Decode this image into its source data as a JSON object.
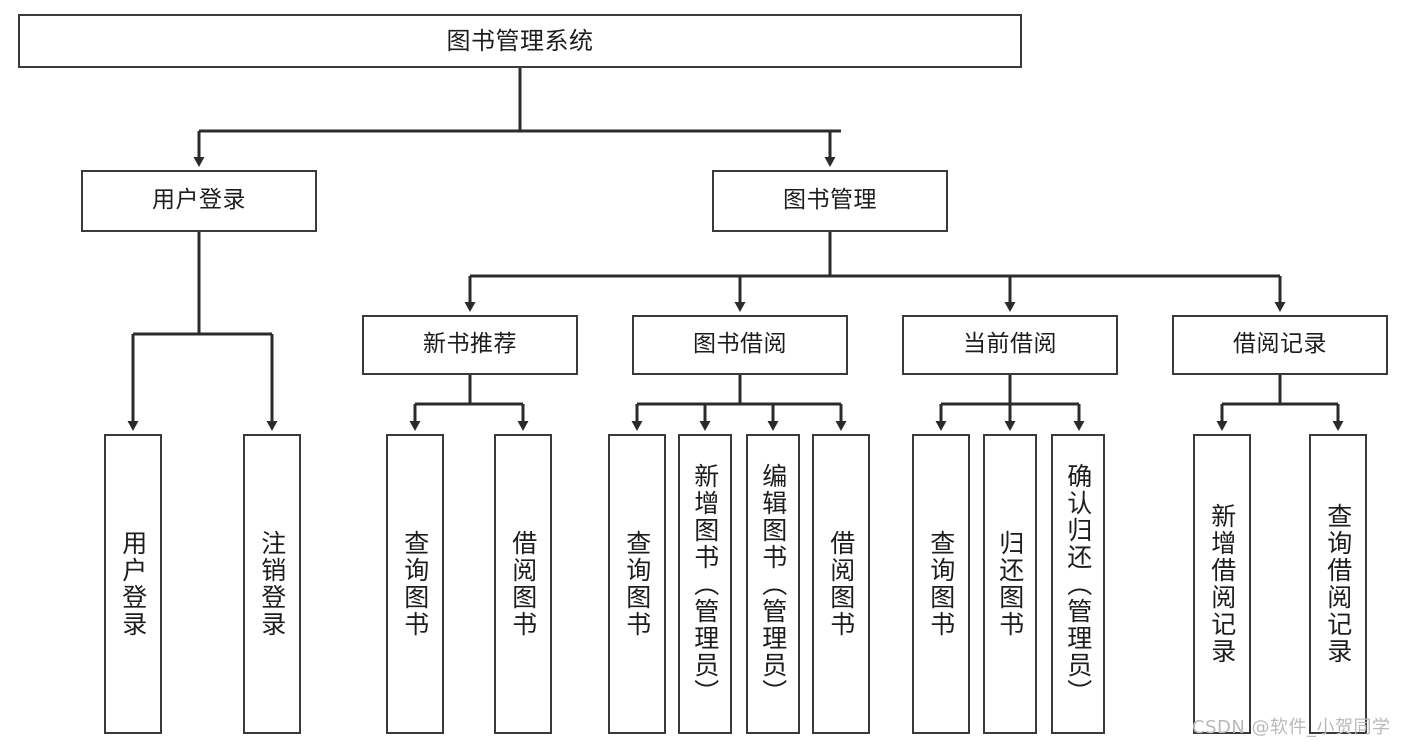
{
  "diagram": {
    "title": "图书管理系统",
    "type": "tree-hierarchy-chart",
    "root": {
      "label": "图书管理系统"
    },
    "level2": [
      {
        "label": "用户登录"
      },
      {
        "label": "图书管理"
      }
    ],
    "level3": [
      {
        "label": "新书推荐"
      },
      {
        "label": "图书借阅"
      },
      {
        "label": "当前借阅"
      },
      {
        "label": "借阅记录"
      }
    ],
    "leaves": [
      {
        "label": "用户登录"
      },
      {
        "label": "注销登录"
      },
      {
        "label": "查询图书"
      },
      {
        "label": "借阅图书"
      },
      {
        "label": "查询图书"
      },
      {
        "label": "新增图书（管理员）"
      },
      {
        "label": "编辑图书（管理员）"
      },
      {
        "label": "借阅图书"
      },
      {
        "label": "查询图书"
      },
      {
        "label": "归还图书"
      },
      {
        "label": "确认归还（管理员）"
      },
      {
        "label": "新增借阅记录"
      },
      {
        "label": "查询借阅记录"
      }
    ]
  },
  "watermark": {
    "text": "CSDN @软件_小贺同学"
  },
  "colors": {
    "border": "#3a3a3a",
    "line": "#2b2b2b",
    "text": "#1d1d1d",
    "background": "#ffffff",
    "watermark": "#b9b9b9"
  }
}
